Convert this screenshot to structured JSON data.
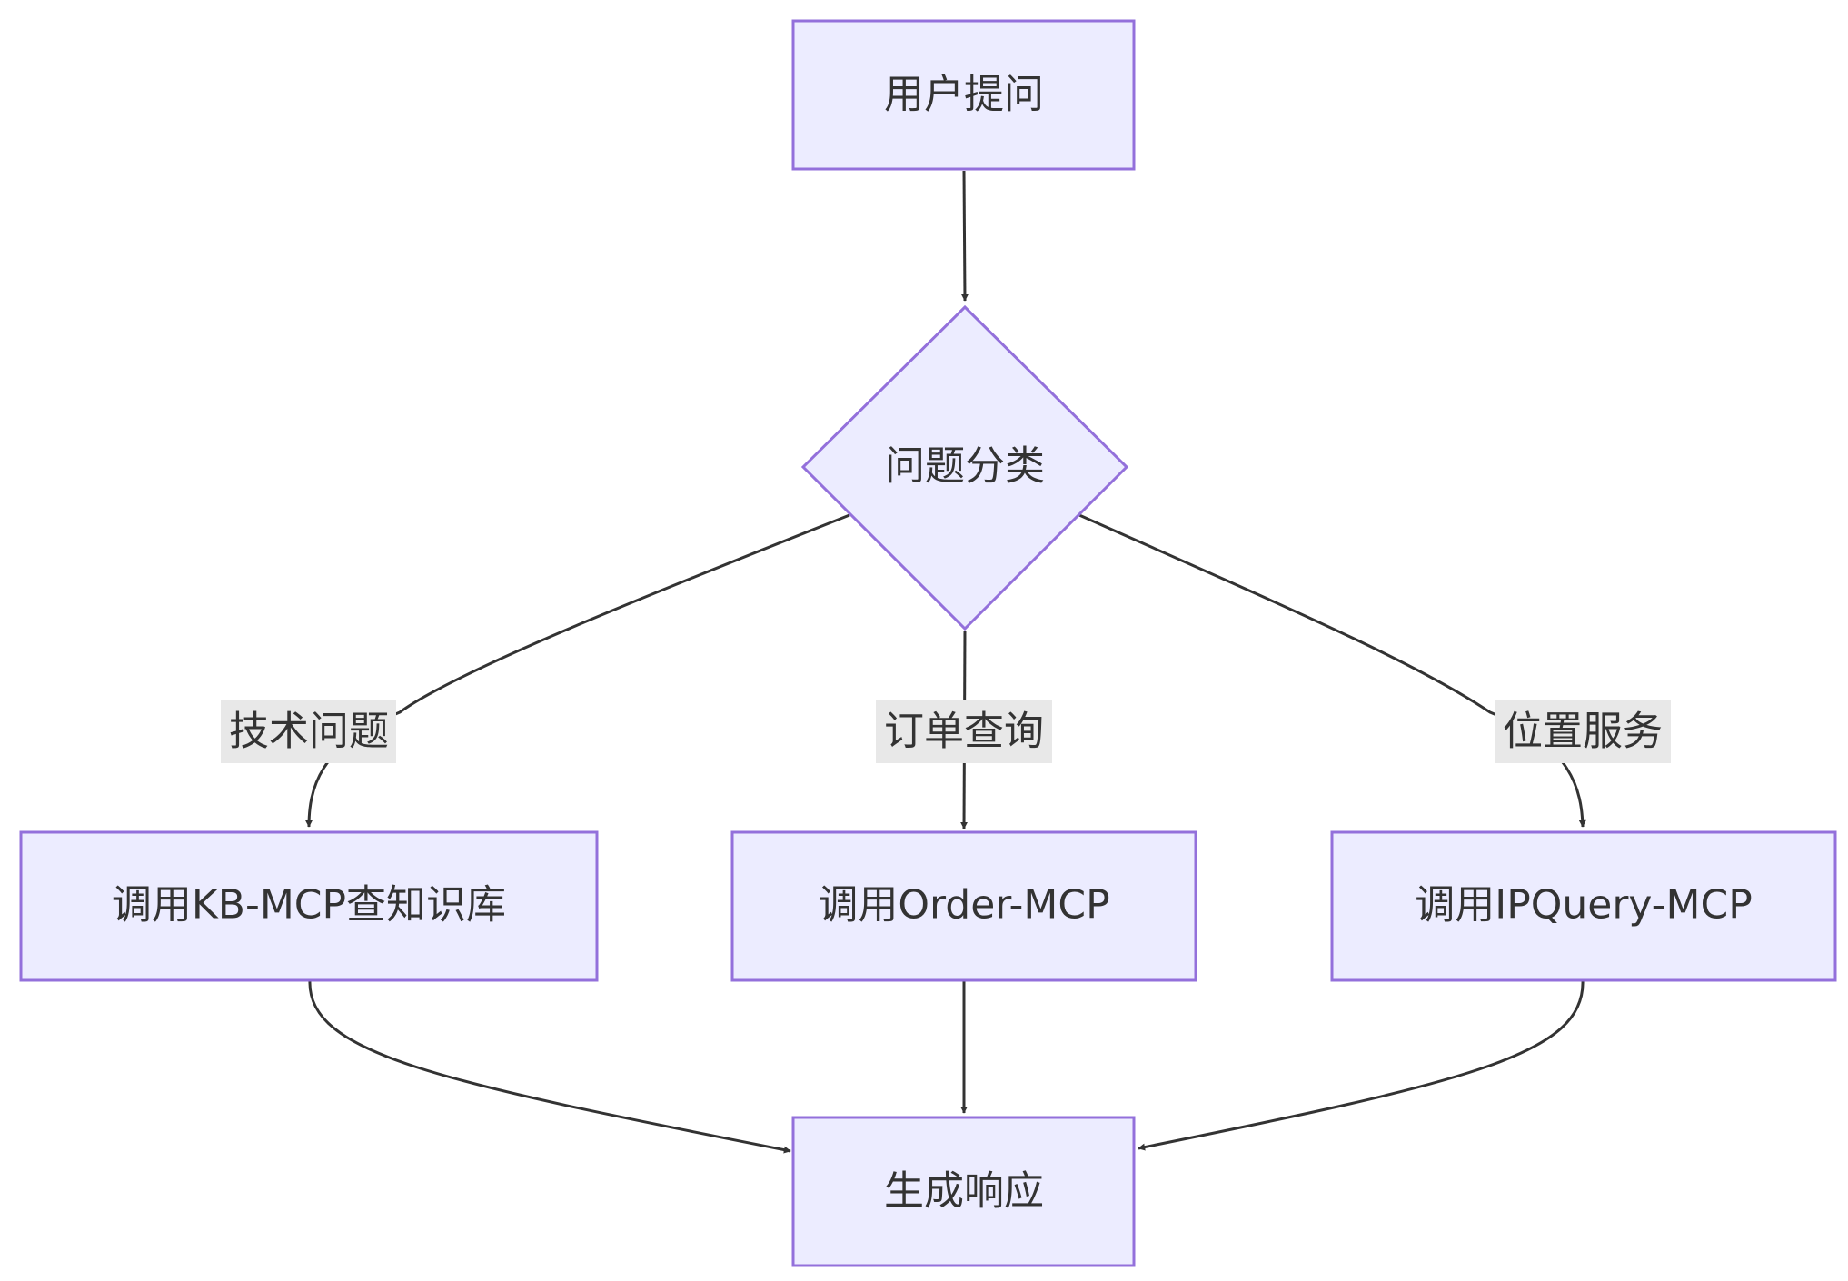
{
  "diagram": {
    "type": "flowchart",
    "nodes": {
      "start": {
        "label": "用户提问",
        "shape": "rect"
      },
      "decision": {
        "label": "问题分类",
        "shape": "diamond"
      },
      "kb": {
        "label": "调用KB-MCP查知识库",
        "shape": "rect"
      },
      "order": {
        "label": "调用Order-MCP",
        "shape": "rect"
      },
      "ip": {
        "label": "调用IPQuery-MCP",
        "shape": "rect"
      },
      "end": {
        "label": "生成响应",
        "shape": "rect"
      }
    },
    "edges": [
      {
        "from": "start",
        "to": "decision",
        "label": ""
      },
      {
        "from": "decision",
        "to": "kb",
        "label": "技术问题"
      },
      {
        "from": "decision",
        "to": "order",
        "label": "订单查询"
      },
      {
        "from": "decision",
        "to": "ip",
        "label": "位置服务"
      },
      {
        "from": "kb",
        "to": "end",
        "label": ""
      },
      {
        "from": "order",
        "to": "end",
        "label": ""
      },
      {
        "from": "ip",
        "to": "end",
        "label": ""
      }
    ],
    "edge_labels": {
      "tech": "技术问题",
      "order": "订单查询",
      "location": "位置服务"
    },
    "colors": {
      "node_fill": "#ececff",
      "node_stroke": "#9370db",
      "edge": "#333333",
      "label_bg": "#e8e8e8",
      "text": "#333333"
    }
  }
}
